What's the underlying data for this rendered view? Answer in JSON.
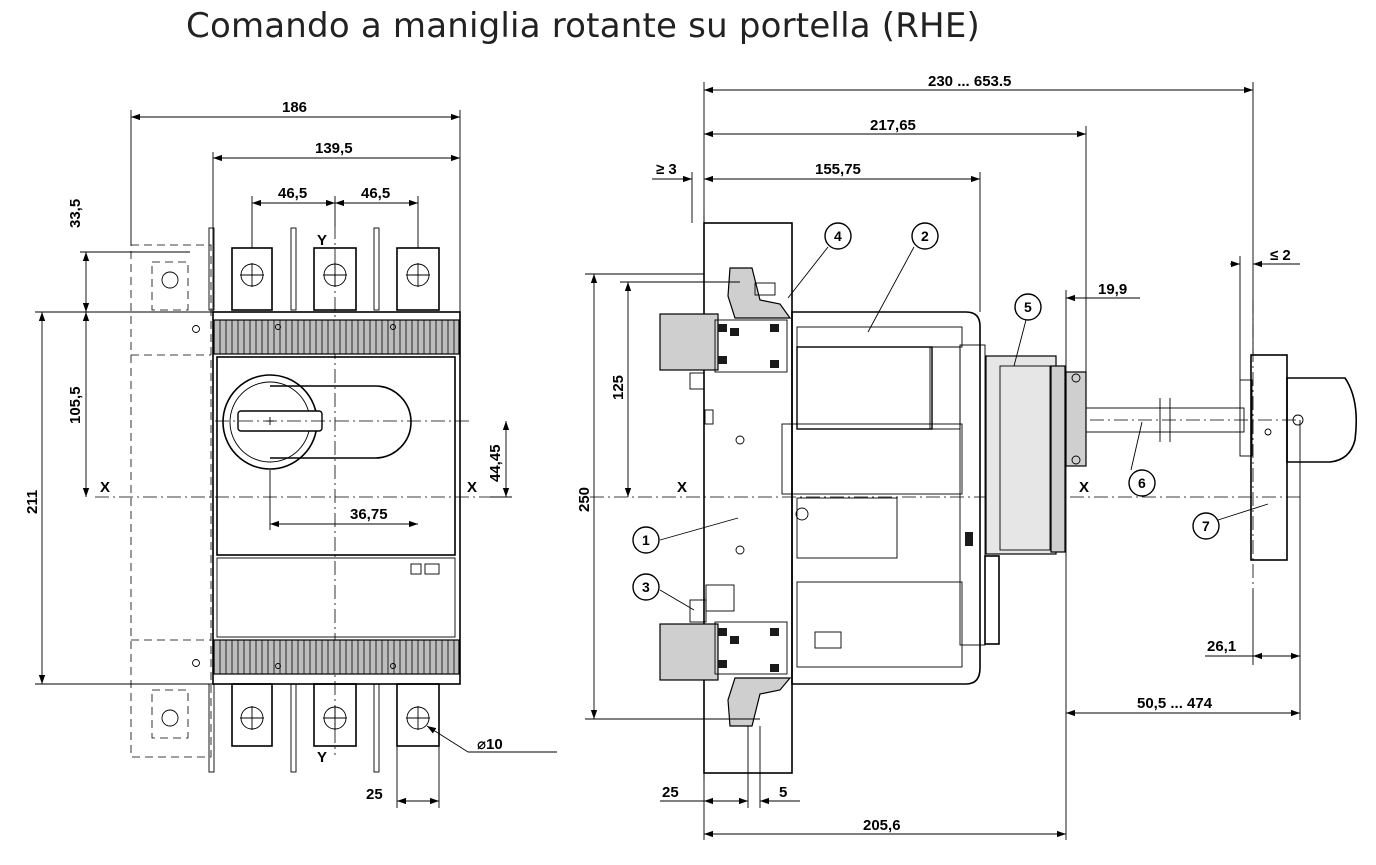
{
  "title": "Comando a maniglia rotante su portella (RHE)",
  "front_view": {
    "dims": {
      "width_total": "186",
      "width_body": "139,5",
      "pitch_left": "46,5",
      "pitch_right": "46,5",
      "top_offset": "33,5",
      "height_total": "211",
      "upper_half": "105,5",
      "handle_height": "44,45",
      "handle_offset": "36,75",
      "terminal_width": "25",
      "hole_diameter": "⌀10"
    },
    "axis_labels": {
      "y_top": "Y",
      "y_bottom": "Y",
      "x_left": "X",
      "x_right": "X"
    }
  },
  "side_view": {
    "dims": {
      "overall": "230 ... 653.5",
      "to_flange": "217,65",
      "door_gap": "≥ 3",
      "to_body": "155,75",
      "flange": "19,9",
      "handle_gap": "≤ 2",
      "height_total": "250",
      "upper": "125",
      "handle_thickness": "26,1",
      "shaft_range": "50,5 ... 474",
      "bottom_left": "25",
      "bottom_right": "5",
      "base_depth": "205,6"
    },
    "axis_labels": {
      "x_left": "X",
      "x_right": "X"
    },
    "callouts": [
      "1",
      "2",
      "3",
      "4",
      "5",
      "6",
      "7"
    ]
  }
}
